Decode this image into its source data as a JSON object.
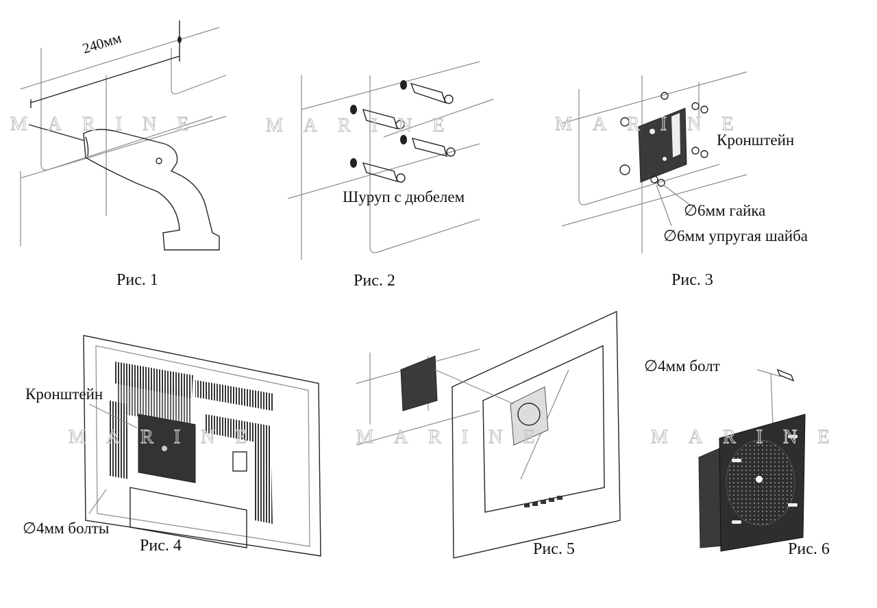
{
  "watermark": "MARINE",
  "labels": {
    "dimension_240": "240мм",
    "screw_with_dowel": "Шуруп с дюбелем",
    "bracket_fig3": "Кронштейн",
    "nut_6mm": "∅6мм гайка",
    "spring_washer_6mm": "∅6мм упругая шайба",
    "bracket_fig4": "Кронштейн",
    "bolts_4mm": "∅4мм болты",
    "bolt_4mm": "∅4мм болт"
  },
  "captions": {
    "fig1": "Рис. 1",
    "fig2": "Рис. 2",
    "fig3": "Рис. 3",
    "fig4": "Рис. 4",
    "fig5": "Рис. 5",
    "fig6": "Рис. 6"
  },
  "colors": {
    "line": "#8a8a8a",
    "dark": "#222222",
    "plate": "#3a3a3a",
    "watermark": "#c8c8c8"
  }
}
